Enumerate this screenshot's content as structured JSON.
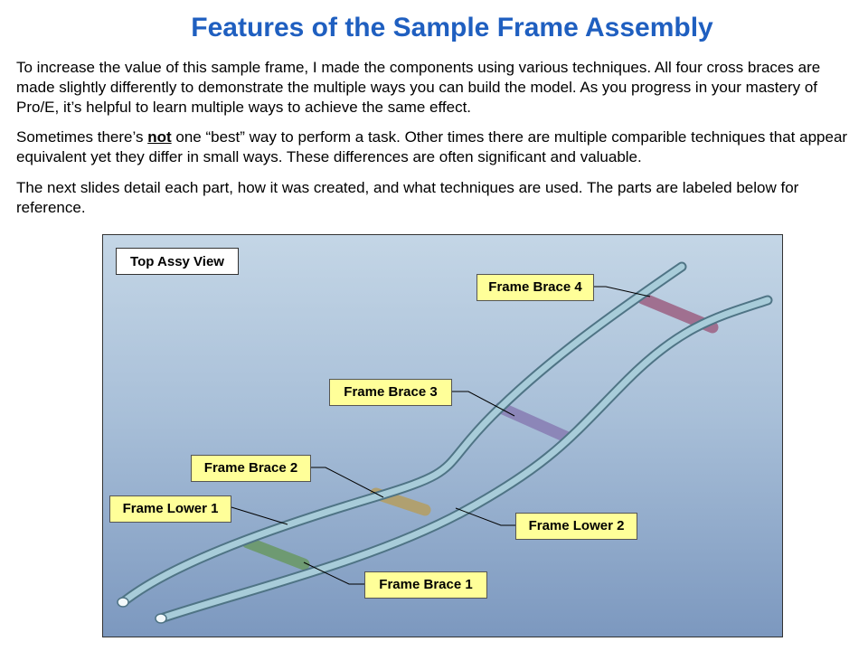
{
  "title": "Features of the Sample Frame Assembly",
  "paragraphs": {
    "p1": "To increase the value of this sample frame, I made the components using various techniques. All four cross braces are made slightly differently to demonstrate the multiple ways you can build the model. As you progress in your mastery of Pro/E, it’s helpful to learn multiple ways to achieve the same effect.",
    "p2_pre": "Sometimes there’s ",
    "p2_emph": "not",
    "p2_post": " one “best” way to perform a task. Other times there are multiple comparible techniques that appear equivalent yet they differ in small ways. These differences are often significant and valuable.",
    "p3": "The next slides detail each part, how it was created, and what techniques are used. The parts are labeled below for reference."
  },
  "figure": {
    "view_label": "Top Assy View",
    "callouts": {
      "brace4": "Frame Brace 4",
      "brace3": "Frame Brace 3",
      "brace2": "Frame Brace 2",
      "lower1": "Frame Lower 1",
      "lower2": "Frame Lower 2",
      "brace1": "Frame Brace 1"
    },
    "colors": {
      "tube": "#9ec4d4",
      "brace1": "#6e9a72",
      "brace2": "#b0a070",
      "brace3": "#8c86b8",
      "brace4": "#a07090",
      "callout_fill": "#ffff99"
    }
  }
}
